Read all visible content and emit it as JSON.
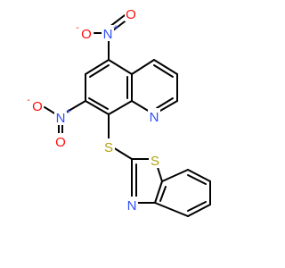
{
  "molecule": {
    "atoms": {
      "nitro1_O_left": {
        "text": "O",
        "charge": "-"
      },
      "nitro1_N": {
        "text": "N",
        "charge": "+"
      },
      "nitro1_O_right": {
        "text": "O"
      },
      "nitro2_O_top": {
        "text": "O",
        "charge": "-"
      },
      "nitro2_N": {
        "text": "N",
        "charge": "+"
      },
      "nitro2_O_bottom": {
        "text": "O"
      },
      "quinoline_N": {
        "text": "N"
      },
      "thioether_S": {
        "text": "S"
      },
      "thiazole_S": {
        "text": "S"
      },
      "thiazole_N": {
        "text": "N"
      }
    },
    "colors": {
      "bond": "#000000",
      "oxygen": "#ff0d0d",
      "nitrogen": "#3050f8",
      "sulfur": "#b2a10f"
    }
  }
}
